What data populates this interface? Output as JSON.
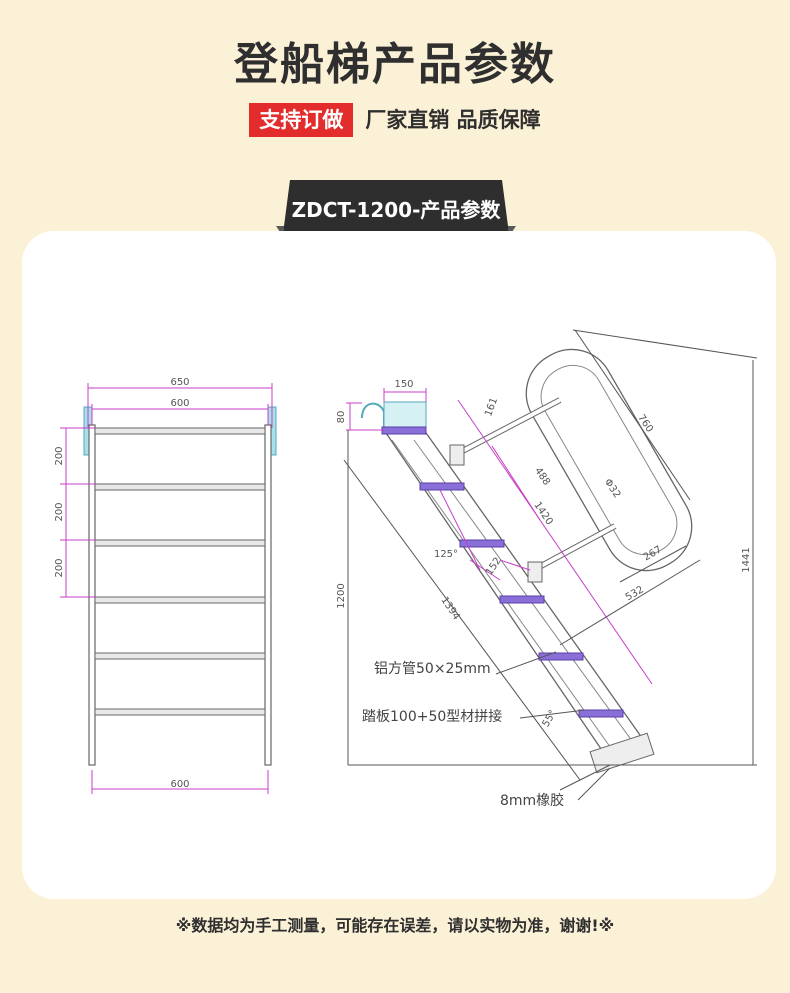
{
  "header": {
    "title": "登船梯产品参数",
    "badge": "支持订做",
    "tagline": "厂家直销  品质保障"
  },
  "model_tab": {
    "label": "ZDCT-1200-产品参数"
  },
  "front_view": {
    "dims": {
      "outer_width": "650",
      "inner_width": "600",
      "bottom_width": "600",
      "spacing_1": "200",
      "spacing_2": "200",
      "spacing_3": "200"
    }
  },
  "side_view": {
    "dims": {
      "hook_width": "150",
      "hook_height": "80",
      "d161": "161",
      "d760": "760",
      "d488": "488",
      "d32": "Φ32",
      "d1420": "1420",
      "d125": "125°",
      "d152": "152",
      "d267": "267",
      "d532": "532",
      "d1441": "1441",
      "d1200": "1200",
      "d1394": "1394",
      "d55": "55°"
    },
    "labels": {
      "tube": "铝方管50×25mm",
      "tread": "踏板100+50型材拼接",
      "rubber": "8mm橡胶"
    }
  },
  "footnote": "※数据均为手工测量，可能存在误差，请以实物为准，谢谢!※",
  "colors": {
    "background": "#fbf1d7",
    "badge": "#e32c2c",
    "tab": "#2e2e2e",
    "dimension": "#c83fc8",
    "tread_fill": "#8a6fd8"
  }
}
